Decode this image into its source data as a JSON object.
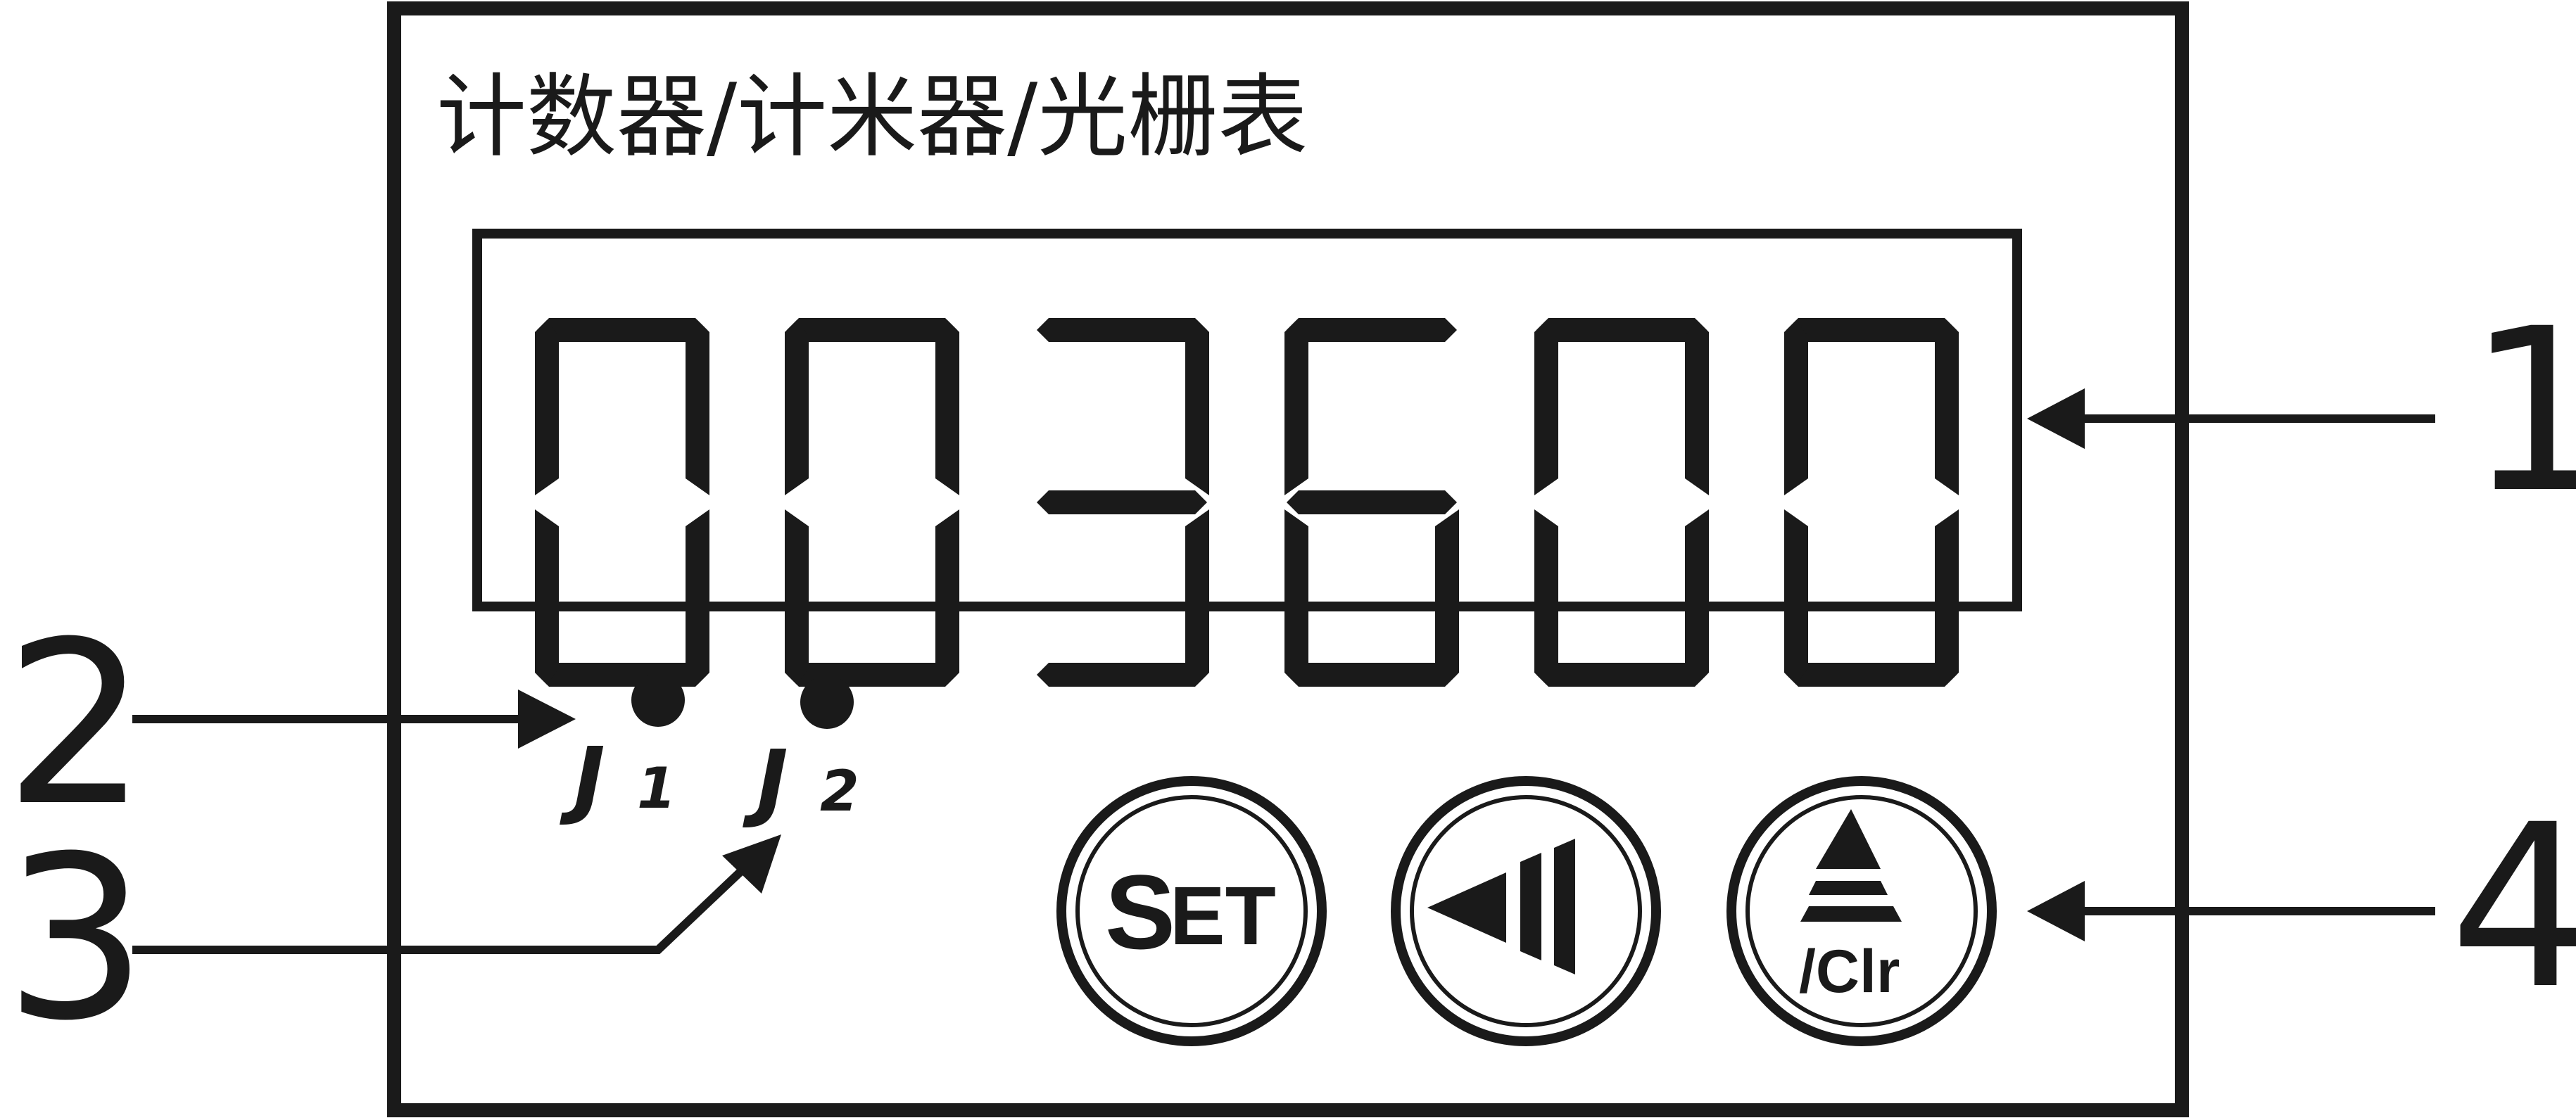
{
  "title": "计数器/计米器/光栅表",
  "display": {
    "digits": [
      "0",
      "0",
      "3",
      "6",
      "0",
      "0"
    ]
  },
  "indicators": [
    {
      "label": "J",
      "sub": "1"
    },
    {
      "label": "J",
      "sub": "2"
    }
  ],
  "buttons": {
    "set": {
      "label_s": "S",
      "label_et": "ET"
    },
    "shift": {
      "icon": "shift-left-icon"
    },
    "up_clr": {
      "icon": "up-triangle-icon",
      "label": "/Clr"
    }
  },
  "callouts": {
    "c1": "1",
    "c2": "2",
    "c3": "3",
    "c4": "4"
  },
  "colors": {
    "ink": "#1a1a1a",
    "background": "#ffffff"
  }
}
